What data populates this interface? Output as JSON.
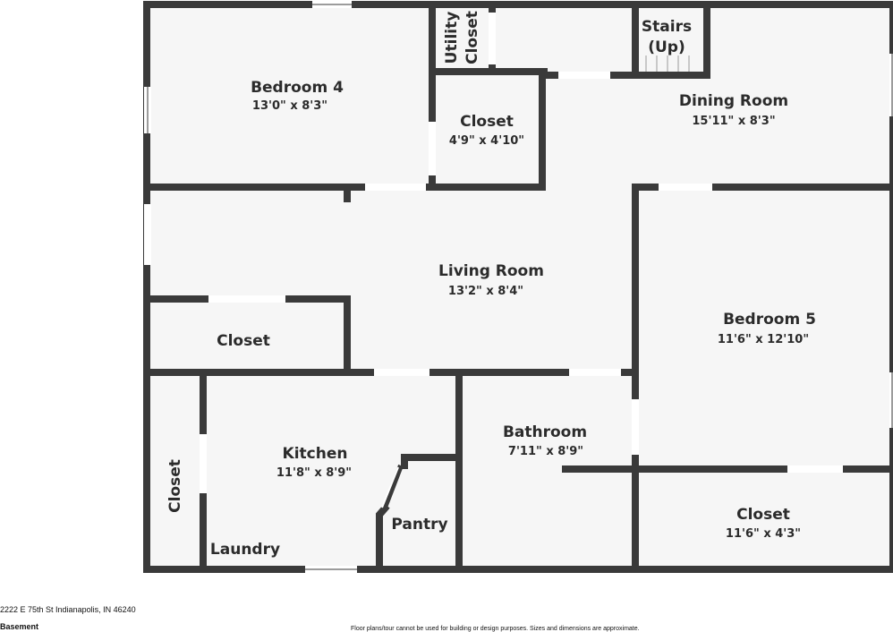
{
  "colors": {
    "wall": "#3a3a3a",
    "floor": "#f6f6f6",
    "opening": "#ffffff",
    "text": "#2b2b2b"
  },
  "rooms": {
    "bedroom4": {
      "name": "Bedroom 4",
      "dims": "13'0\" x 8'3\""
    },
    "utility_closet": {
      "name_line1": "Utility",
      "name_line2": "Closet"
    },
    "stairs": {
      "name_line1": "Stairs",
      "name_line2": "(Up)"
    },
    "dining_room": {
      "name": "Dining Room",
      "dims": "15'11\" x 8'3\""
    },
    "closet_center": {
      "name": "Closet",
      "dims": "4'9\" x 4'10\""
    },
    "living_room": {
      "name": "Living Room",
      "dims": "13'2\" x 8'4\""
    },
    "closet_left": {
      "name": "Closet"
    },
    "bedroom5": {
      "name": "Bedroom 5",
      "dims": "11'6\" x 12'10\""
    },
    "closet_vertical": {
      "name": "Closet"
    },
    "kitchen": {
      "name": "Kitchen",
      "dims": "11'8\" x 8'9\""
    },
    "laundry": {
      "name": "Laundry"
    },
    "pantry": {
      "name": "Pantry"
    },
    "bathroom": {
      "name": "Bathroom",
      "dims": "7'11\" x 8'9\""
    },
    "closet_br": {
      "name": "Closet",
      "dims": "11'6\" x 4'3\""
    }
  },
  "footer": {
    "address": "2222 E 75th St Indianapolis, IN 46240",
    "level": "Basement",
    "disclaimer": "Floor plans/tour cannot be used for building or design purposes. Sizes and dimensions are approximate."
  }
}
